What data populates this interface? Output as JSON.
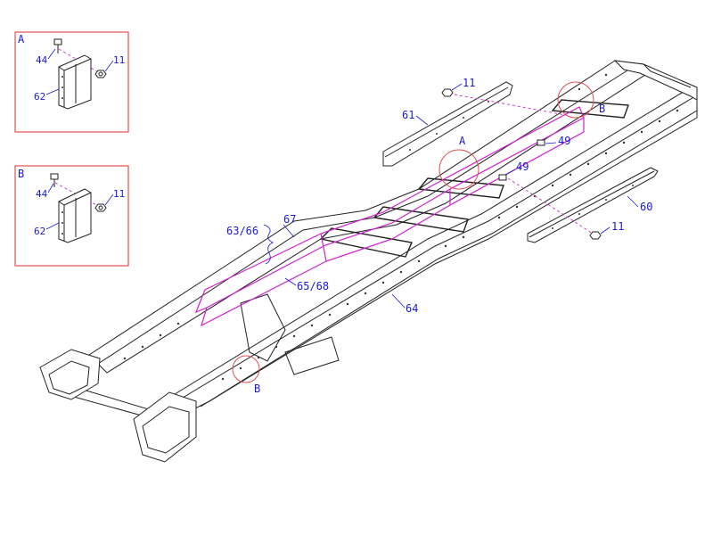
{
  "details": [
    {
      "letter": "A",
      "labels": {
        "bolt": "44",
        "nut": "11",
        "bracket": "62"
      }
    },
    {
      "letter": "B",
      "labels": {
        "bolt": "44",
        "nut": "11",
        "bracket": "62"
      }
    }
  ],
  "callouts": {
    "nut_top": "11",
    "plate_left": "61",
    "detail_a": "A",
    "bolt_upper": "49",
    "bolt_lower": "49",
    "detail_b_top": "B",
    "plate_right": "60",
    "nut_bottom": "11",
    "reinforce_group": "63/66",
    "reinforce_top": "67",
    "reinforce_inner": "65/68",
    "side_rail": "64",
    "detail_b_bottom": "B"
  }
}
